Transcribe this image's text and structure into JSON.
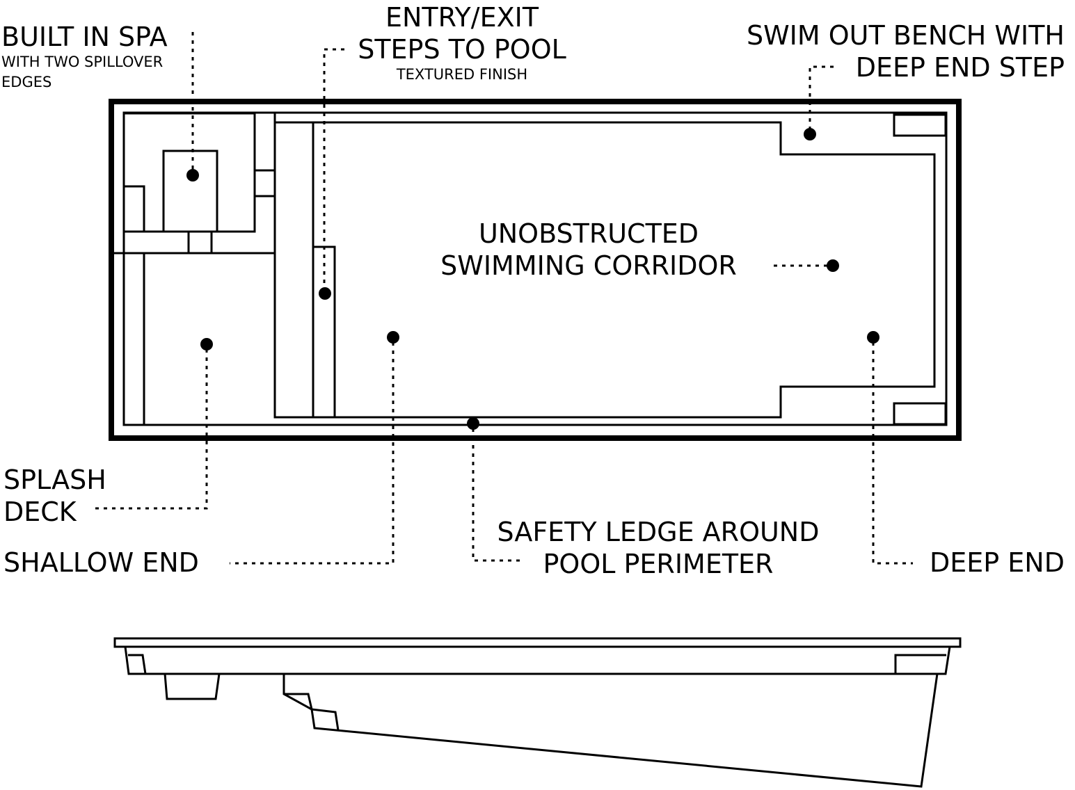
{
  "labels": {
    "spa_title": "BUILT IN SPA",
    "spa_sub_1": "WITH TWO SPILLOVER",
    "spa_sub_2": "EDGES",
    "steps_line_1": "ENTRY/EXIT",
    "steps_line_2": "STEPS TO POOL",
    "steps_sub": "TEXTURED FINISH",
    "bench_line_1": "SWIM OUT BENCH WITH",
    "bench_line_2": "DEEP END STEP",
    "corridor_line_1": "UNOBSTRUCTED",
    "corridor_line_2": "SWIMMING CORRIDOR",
    "splash_line_1": "SPLASH",
    "splash_line_2": "DECK",
    "shallow": "SHALLOW END",
    "ledge_line_1": "SAFETY LEDGE AROUND",
    "ledge_line_2": "POOL PERIMETER",
    "deep": "DEEP END"
  }
}
